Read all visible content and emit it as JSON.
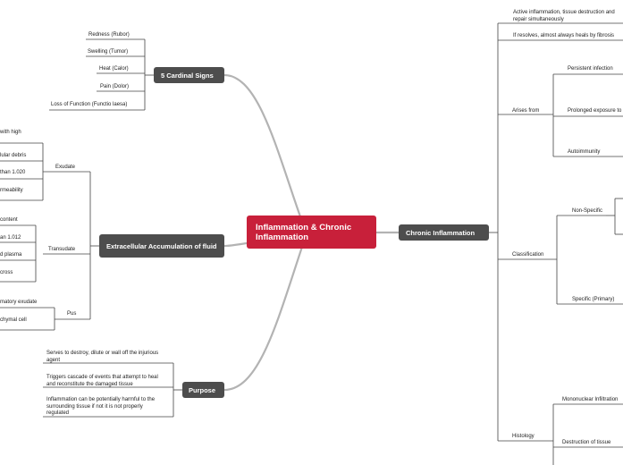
{
  "central": "Inflammation & Chronic Inflammation",
  "cardinal": {
    "title": "5 Cardinal Signs",
    "items": [
      "Redness (Rubor)",
      "Swelling (Tumor)",
      "Heat (Calor)",
      "Pain (Dolor)",
      "Loss of Function (Functio laesa)"
    ]
  },
  "extracellular": {
    "title": "Extracellular Accumulation of fluid",
    "exudate": {
      "label": "Exudate",
      "items": [
        "with high",
        "lular debris",
        "than 1.020",
        "rmeability"
      ]
    },
    "transudate": {
      "label": "Transudate",
      "items": [
        "content",
        "an 1.012",
        "d plasma",
        "cross"
      ]
    },
    "pus": {
      "label": "Pus",
      "items": [
        "matory exudate",
        "chymal cell"
      ]
    }
  },
  "purpose": {
    "title": "Purpose",
    "items": [
      "Serves to destroy, dilute or wall off the injurious agent",
      "Triggers cascade of events that attempt to heal and reconstitute the damaged tissue",
      "Inflammation can be potentially harmful to the surrounding tissue if not it is not properly regulated"
    ]
  },
  "chronic": {
    "title": "Chronic Inflammation",
    "item1": "Active inflammation, tissue destruction and repair simultaneously",
    "item2": "If resolves, almost always heals by fibrosis",
    "arises": {
      "label": "Arises from",
      "items": [
        "Persistent infection",
        "Prolonged exposure to",
        "Autoimmunity"
      ]
    },
    "classification": {
      "label": "Classification",
      "items": [
        "Non-Specific",
        "Specific (Primary)"
      ]
    },
    "histology": {
      "label": "Histology",
      "items": [
        "Mononuclear Infiltration",
        "Destruction of tissue"
      ]
    }
  }
}
